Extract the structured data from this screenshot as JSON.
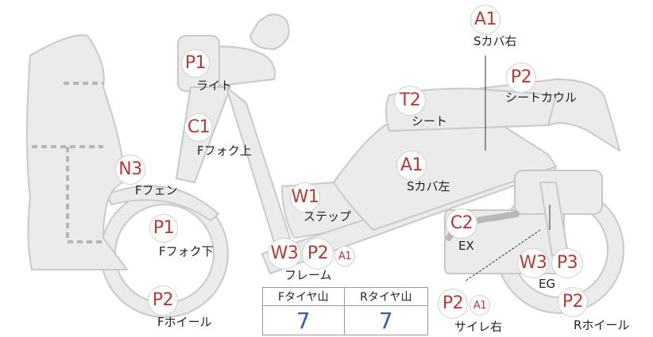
{
  "parts": [
    {
      "id": "light",
      "code": "P1",
      "label": "ライト"
    },
    {
      "id": "fork-upper",
      "code": "C1",
      "label": "Fフォク上"
    },
    {
      "id": "front-fender",
      "code": "N3",
      "label": "Fフェン"
    },
    {
      "id": "fork-lower",
      "code": "P1",
      "label": "Fフォク下"
    },
    {
      "id": "front-wheel",
      "code": "P2",
      "label": "Fホイール"
    },
    {
      "id": "step",
      "code": "W1",
      "label": "ステップ"
    },
    {
      "id": "frame",
      "codes": [
        "W3",
        "P2"
      ],
      "extra": "A1",
      "label": "フレーム"
    },
    {
      "id": "cover-right",
      "code": "A1",
      "label": "Sカバ右"
    },
    {
      "id": "seat",
      "code": "T2",
      "label": "シート"
    },
    {
      "id": "seat-cowl",
      "code": "P2",
      "label": "シートカウル"
    },
    {
      "id": "cover-left",
      "code": "A1",
      "label": "Sカバ左"
    },
    {
      "id": "exhaust",
      "code": "C2",
      "label": "EX"
    },
    {
      "id": "engine",
      "codes": [
        "W3",
        "P3"
      ],
      "label": "EG"
    },
    {
      "id": "muffler-right",
      "code": "P2",
      "extra": "A1",
      "label": "サイレ右"
    },
    {
      "id": "rear-wheel",
      "code": "P2",
      "label": "Rホイール"
    }
  ],
  "tire_table": {
    "headers": [
      "Fタイヤ山",
      "Rタイヤ山"
    ],
    "values": [
      "7",
      "7"
    ]
  }
}
